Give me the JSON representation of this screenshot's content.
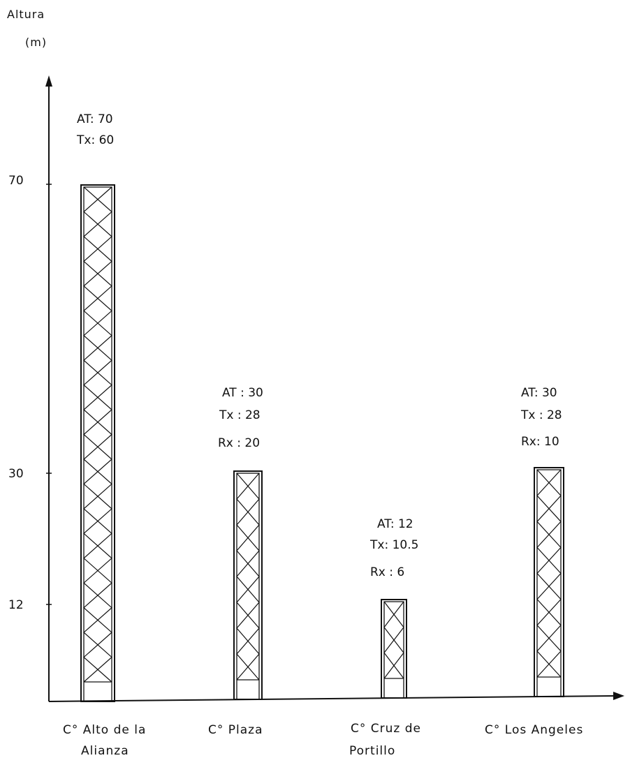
{
  "axis": {
    "title_line1": "Altura",
    "title_line2": "(m)",
    "ticks": [
      "70",
      "30",
      "12"
    ]
  },
  "towers": [
    {
      "site_line1": "C° Alto de la",
      "site_line2": "Alianza",
      "labels": [
        "AT: 70",
        "Tx: 60"
      ]
    },
    {
      "site_line1": "C°  Plaza",
      "site_line2": "",
      "labels": [
        "AT : 30",
        "Tx : 28",
        "Rx : 20"
      ]
    },
    {
      "site_line1": "C° Cruz de",
      "site_line2": "Portillo",
      "labels": [
        "AT: 12",
        "Tx: 10.5",
        "Rx : 6"
      ]
    },
    {
      "site_line1": "C°  Los Angeles",
      "site_line2": "",
      "labels": [
        "AT: 30",
        "Tx : 28",
        "Rx:  10"
      ]
    }
  ],
  "chart_data": {
    "type": "bar",
    "ylabel": "Altura (m)",
    "categories": [
      "C° Alto de la Alianza",
      "C° Plaza",
      "C° Cruz de Portillo",
      "C° Los Angeles"
    ],
    "series": [
      {
        "name": "AT",
        "values": [
          70,
          30,
          12,
          30
        ]
      },
      {
        "name": "Tx",
        "values": [
          60,
          28,
          10.5,
          28
        ]
      },
      {
        "name": "Rx",
        "values": [
          null,
          20,
          6,
          10
        ]
      }
    ],
    "yticks": [
      12,
      30,
      70
    ]
  }
}
